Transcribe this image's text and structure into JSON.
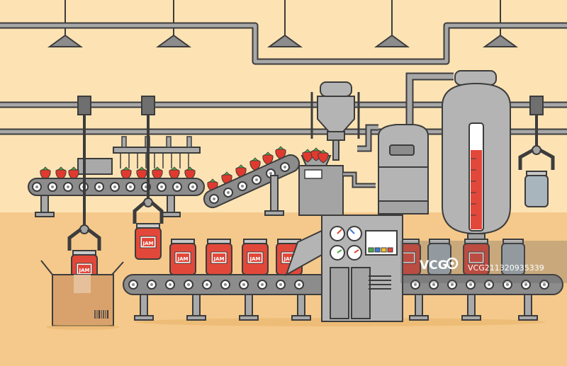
{
  "labels": {
    "jar_label": "JAM"
  },
  "watermark": {
    "logo_text": "VCG",
    "id_text": "VCG211320935339"
  },
  "colors": {
    "wall": "#fde3b4",
    "floor": "#f5c98b",
    "pipe": "#a7a7a7",
    "outline": "#3c3c3c",
    "jam_red": "#e2483a",
    "strawberry": "#e03a2f",
    "leaf": "#4caa44",
    "box": "#d9a26c"
  }
}
